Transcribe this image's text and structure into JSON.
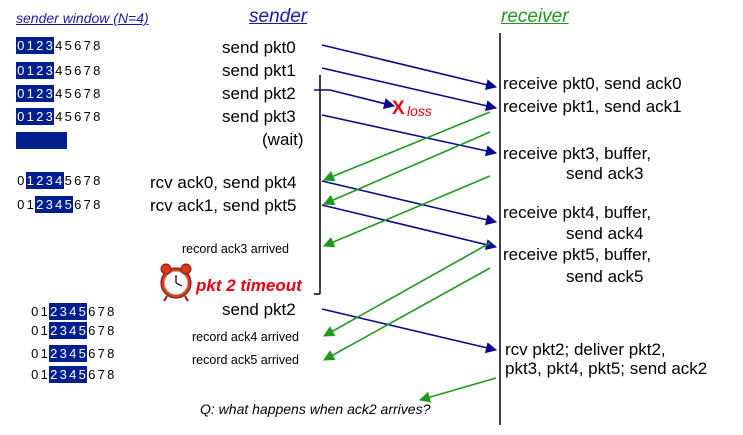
{
  "headers": {
    "sender_window": "sender window (N=4)",
    "sender": "sender",
    "receiver": "receiver"
  },
  "sender_events": {
    "send_pkt0": "send  pkt0",
    "send_pkt1": "send  pkt1",
    "send_pkt2": "send  pkt2",
    "send_pkt3": "send  pkt3",
    "wait": "(wait)",
    "rcv_ack0": "rcv ack0, send pkt4",
    "rcv_ack1": "rcv ack1, send pkt5",
    "record_ack3": "record ack3 arrived",
    "timeout": "pkt 2 timeout",
    "resend_pkt2": "send  pkt2",
    "record_ack4": "record ack4 arrived",
    "record_ack5": "record ack5 arrived"
  },
  "loss_marker": {
    "x": "X",
    "text": "loss"
  },
  "receiver_events": {
    "r0": "receive pkt0, send ack0",
    "r1": "receive pkt1, send ack1",
    "r3_line1": "receive pkt3, buffer,",
    "r3_line2": "send ack3",
    "r4_line1": "receive pkt4, buffer,",
    "r4_line2": "send ack4",
    "r5_line1": "receive pkt5, buffer,",
    "r5_line2": "send ack5",
    "r2_line1": "rcv pkt2; deliver pkt2,",
    "r2_line2": "pkt3, pkt4, pkt5; send ack2"
  },
  "question": "Q: what happens when ack2 arrives?",
  "window_rows": [
    {
      "seq": [
        "0",
        "1",
        "2",
        "3",
        "4",
        "5",
        "6",
        "7",
        "8"
      ],
      "start": 0,
      "size": 4
    },
    {
      "seq": [
        "0",
        "1",
        "2",
        "3",
        "4",
        "5",
        "6",
        "7",
        "8"
      ],
      "start": 0,
      "size": 4
    },
    {
      "seq": [
        "0",
        "1",
        "2",
        "3",
        "4",
        "5",
        "6",
        "7",
        "8"
      ],
      "start": 0,
      "size": 4
    },
    {
      "seq": [
        "0",
        "1",
        "2",
        "3",
        "4",
        "5",
        "6",
        "7",
        "8"
      ],
      "start": 0,
      "size": 4
    },
    {
      "seq": [
        "0",
        "1",
        "2",
        "3",
        "4",
        "5",
        "6",
        "7",
        "8"
      ],
      "start": 1,
      "size": 4
    },
    {
      "seq": [
        "0",
        "1",
        "2",
        "3",
        "4",
        "5",
        "6",
        "7",
        "8"
      ],
      "start": 2,
      "size": 4
    },
    {
      "seq": [
        "0",
        "1",
        "2",
        "3",
        "4",
        "5",
        "6",
        "7",
        "8"
      ],
      "start": 2,
      "size": 4
    },
    {
      "seq": [
        "0",
        "1",
        "2",
        "3",
        "4",
        "5",
        "6",
        "7",
        "8"
      ],
      "start": 2,
      "size": 4
    },
    {
      "seq": [
        "0",
        "1",
        "2",
        "3",
        "4",
        "5",
        "6",
        "7",
        "8"
      ],
      "start": 2,
      "size": 4
    },
    {
      "seq": [
        "0",
        "1",
        "2",
        "3",
        "4",
        "5",
        "6",
        "7",
        "8"
      ],
      "start": 2,
      "size": 4
    }
  ],
  "colors": {
    "data_arrow": "#0a0a8f",
    "ack_arrow": "#1f9a1f",
    "window_fill": "#001f8f",
    "header_blue": "#1a1aa8",
    "receiver_green": "#1f9a1f",
    "loss_red": "#e8000f"
  },
  "icons": {
    "clock": "alarm-clock-icon"
  }
}
